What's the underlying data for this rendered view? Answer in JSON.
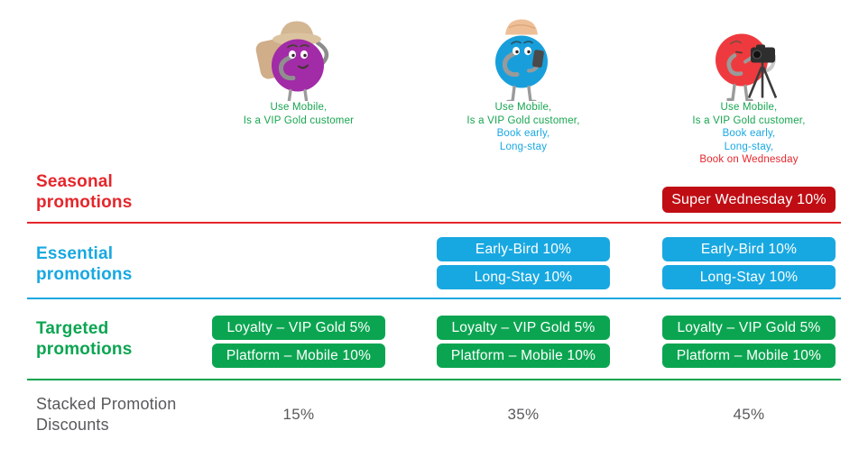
{
  "colors": {
    "seasonal_red": "#e5262b",
    "seasonal_button_red": "#c00d14",
    "essential_blue": "#18a8e1",
    "targeted_green": "#0ba551",
    "gray_text": "#58595b",
    "purple_body": "#a22ba7",
    "blue_body": "#189fdb",
    "red_body": "#ee3a3e"
  },
  "characters": [
    {
      "name": "purple-explorer",
      "traits": [
        {
          "text": "Use Mobile,",
          "tone": "green"
        },
        {
          "text": "Is a VIP Gold customer",
          "tone": "green"
        }
      ]
    },
    {
      "name": "blue-mobile-user",
      "traits": [
        {
          "text": "Use Mobile,",
          "tone": "green"
        },
        {
          "text": "Is a VIP Gold customer,",
          "tone": "green"
        },
        {
          "text": "Book early,",
          "tone": "blue"
        },
        {
          "text": "Long-stay",
          "tone": "blue"
        }
      ]
    },
    {
      "name": "red-photographer",
      "traits": [
        {
          "text": "Use Mobile,",
          "tone": "green"
        },
        {
          "text": "Is a VIP Gold customer,",
          "tone": "green"
        },
        {
          "text": "Book early,",
          "tone": "blue"
        },
        {
          "text": "Long-stay,",
          "tone": "blue"
        },
        {
          "text": "Book on Wednesday",
          "tone": "red"
        }
      ]
    }
  ],
  "rows": {
    "seasonal": {
      "label": [
        "Seasonal",
        "promotions"
      ],
      "button": "Super Wednesday 10%"
    },
    "essential": {
      "label": [
        "Essential",
        "promotions"
      ],
      "buttons": [
        "Early-Bird 10%",
        "Long-Stay 10%"
      ]
    },
    "targeted": {
      "label": [
        "Targeted",
        "promotions"
      ],
      "buttons": [
        "Loyalty – VIP Gold 5%",
        "Platform – Mobile 10%"
      ]
    },
    "stacked": {
      "label": [
        "Stacked Promotion",
        "Discounts"
      ],
      "values": [
        "15%",
        "35%",
        "45%"
      ]
    }
  }
}
